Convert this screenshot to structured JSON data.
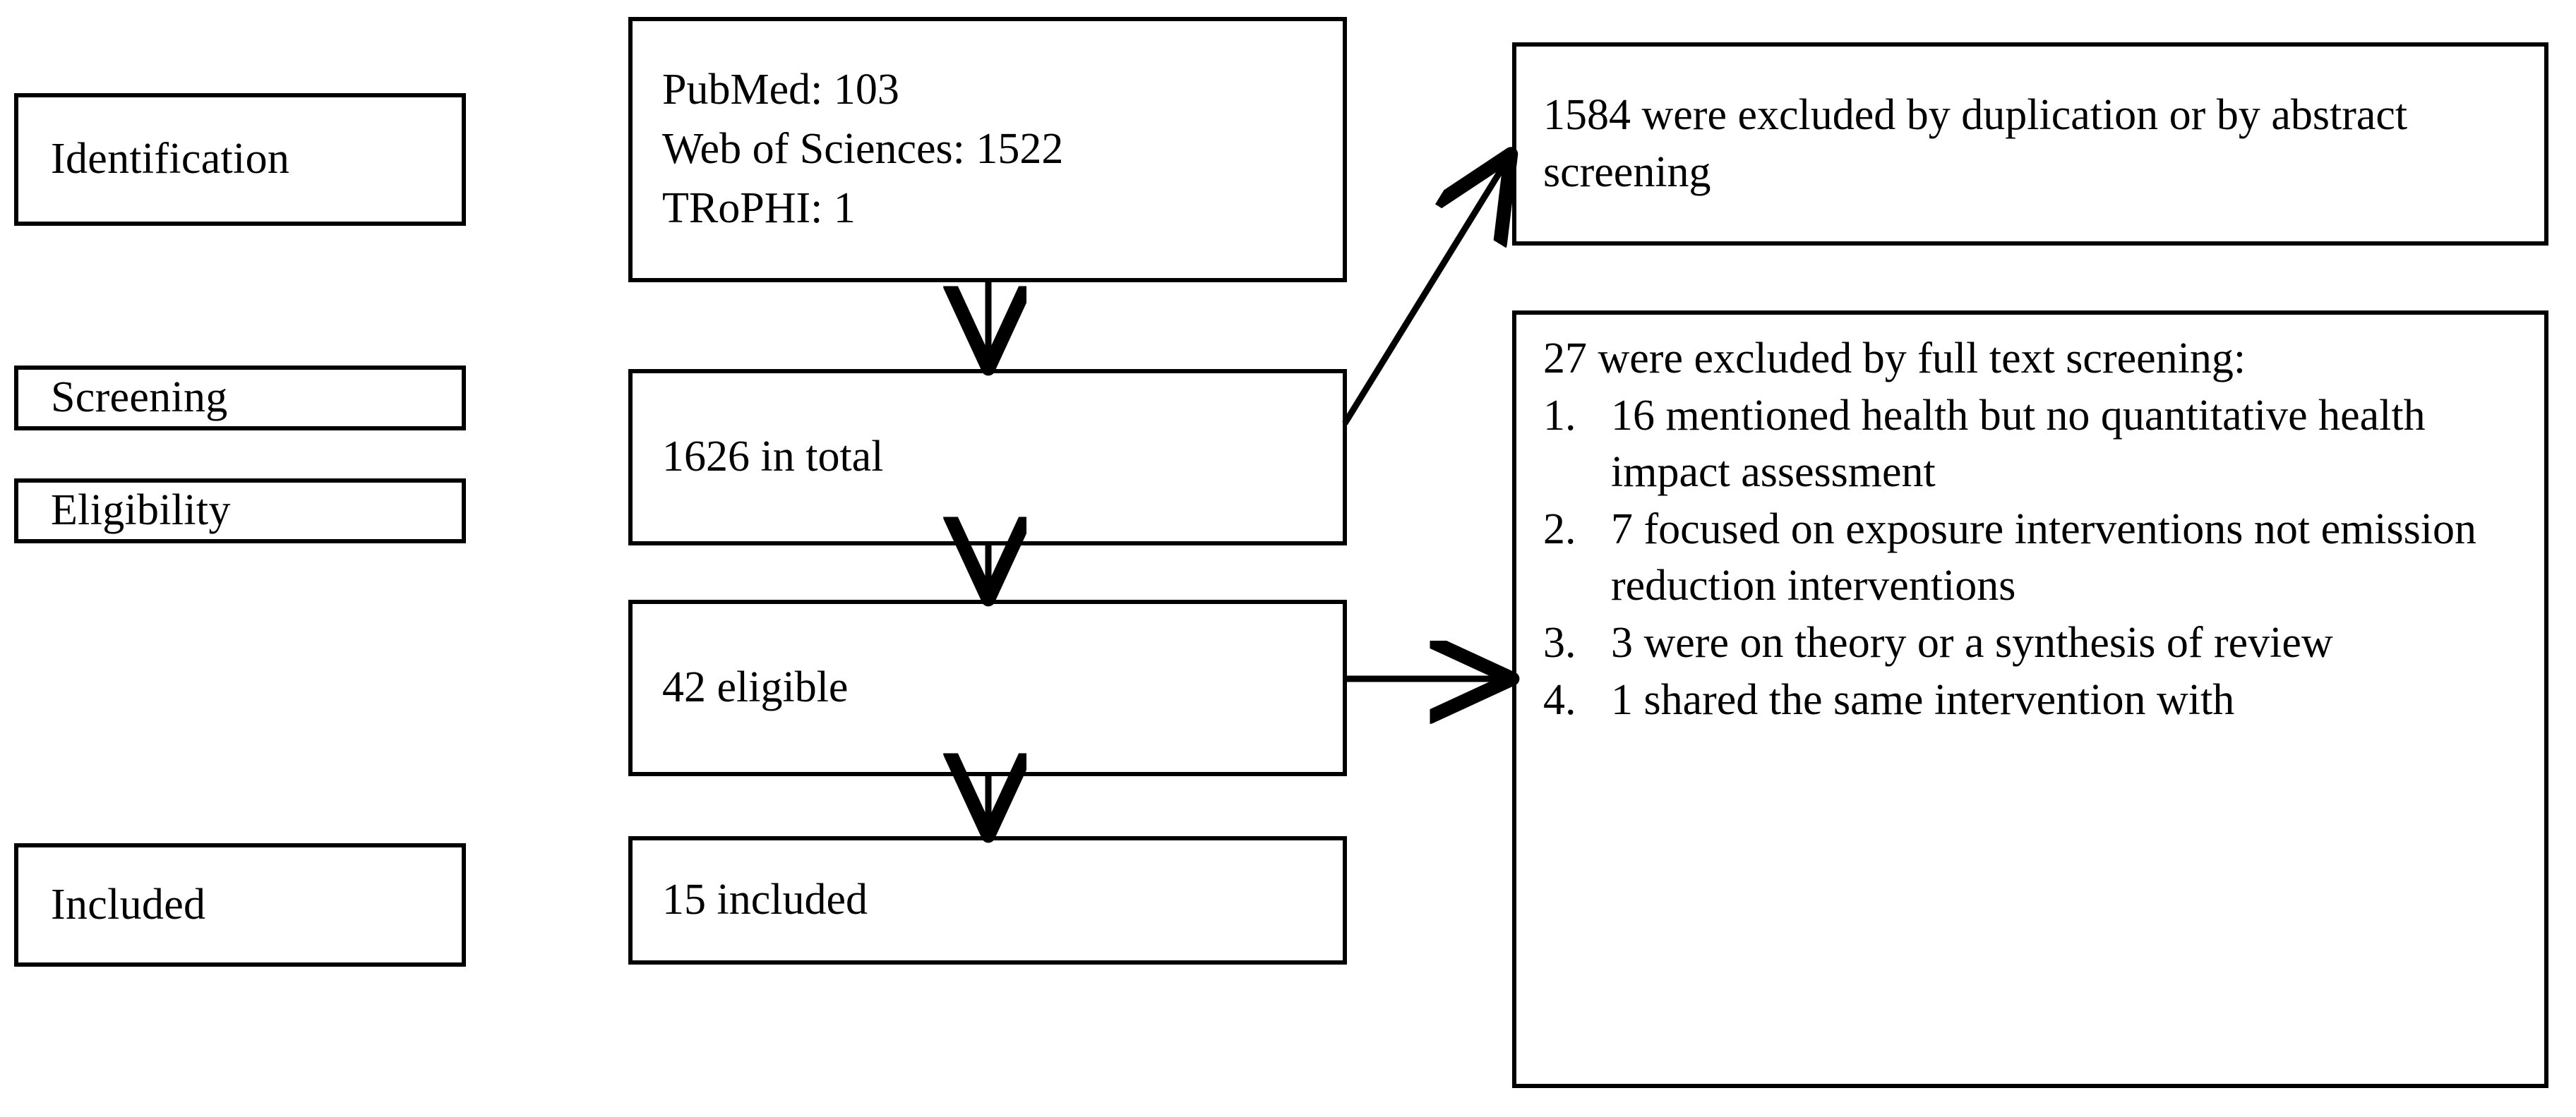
{
  "diagram": {
    "type": "prisma-flow-diagram",
    "stages": [
      {
        "name": "identification",
        "label": "Identification"
      },
      {
        "name": "screening",
        "label": "Screening"
      },
      {
        "name": "eligibility",
        "label": "Eligibility"
      },
      {
        "name": "included",
        "label": "Included"
      }
    ],
    "records": {
      "sources": [
        {
          "database": "PubMed",
          "line": "PubMed: 103",
          "count": 103
        },
        {
          "database": "Web of Sciences",
          "line": "Web of Sciences: 1522",
          "count": 1522
        },
        {
          "database": "TRoPHI",
          "line": "TRoPHI: 1",
          "count": 1
        }
      ],
      "total": {
        "line": "1626 in total",
        "count": 1626
      },
      "eligible": {
        "line": "42 eligible",
        "count": 42
      },
      "included": {
        "line": "15 included",
        "count": 15
      }
    },
    "exclusions": {
      "screening": {
        "text": "1584 were excluded by duplication or by abstract screening",
        "count": 1584
      },
      "full_text": {
        "heading": "27 were excluded by full text screening:",
        "count": 27,
        "reasons": [
          {
            "num": "1.",
            "text": "16 mentioned health but no quantitative health impact assessment"
          },
          {
            "num": "2.",
            "text": "7 focused on exposure interventions not emission reduction interventions"
          },
          {
            "num": "3.",
            "text": "3 were on theory or a synthesis of review"
          },
          {
            "num": "4.",
            "text": "1 shared the same intervention with"
          }
        ]
      }
    },
    "colors": {
      "stroke": "#000000",
      "fill": "#ffffff",
      "text": "#000000"
    }
  }
}
